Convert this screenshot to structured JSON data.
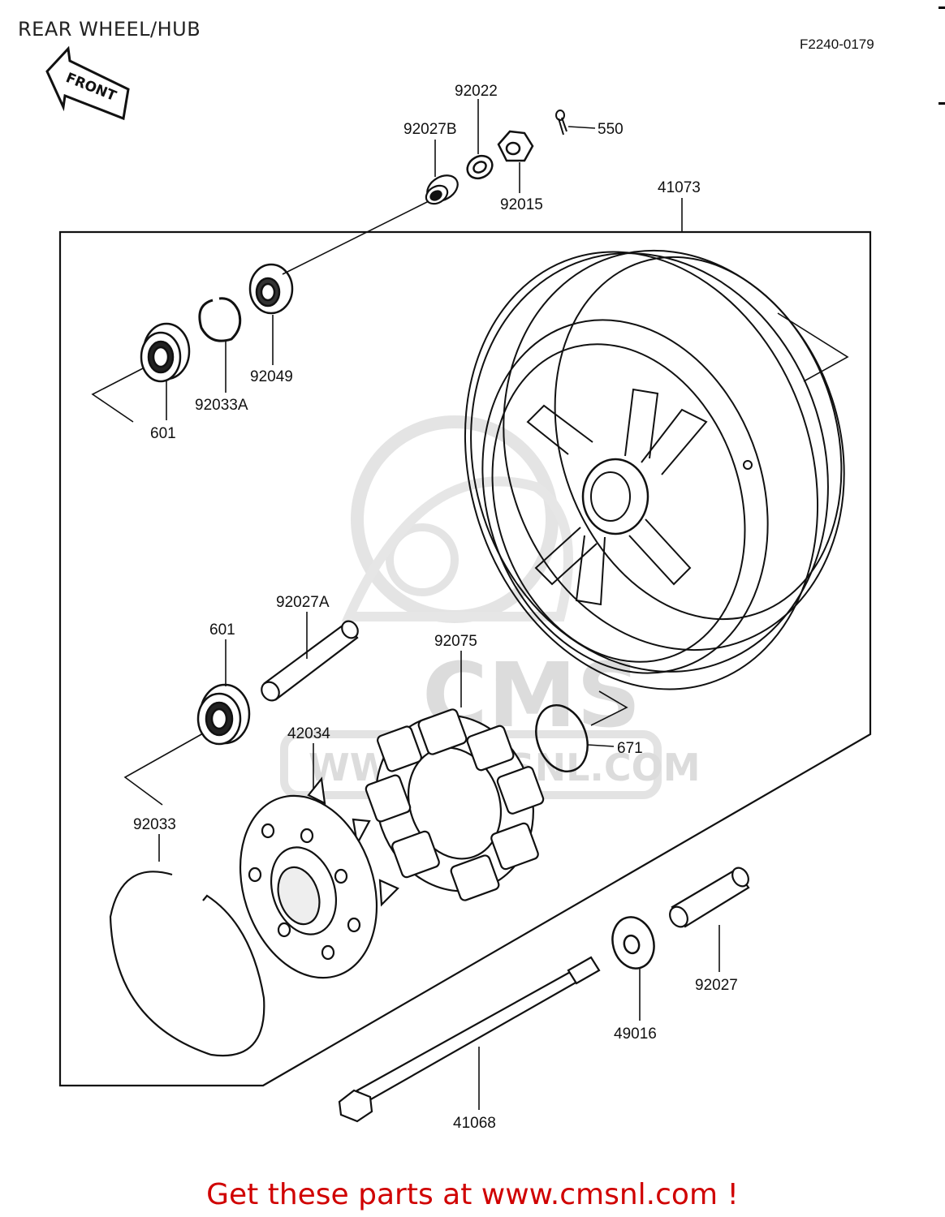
{
  "header": {
    "title": "REAR WHEEL/HUB",
    "figure_code": "F2240-0179"
  },
  "diagram": {
    "front_arrow_label": "FRONT",
    "watermark": {
      "brand": "CMS",
      "url": "WWW.CMSNL.COM"
    },
    "parts": [
      {
        "id": "92022",
        "label": "92022"
      },
      {
        "id": "92027B",
        "label": "92027B"
      },
      {
        "id": "550",
        "label": "550"
      },
      {
        "id": "92015",
        "label": "92015"
      },
      {
        "id": "41073",
        "label": "41073"
      },
      {
        "id": "92049",
        "label": "92049"
      },
      {
        "id": "92033A",
        "label": "92033A"
      },
      {
        "id": "601-top",
        "label": "601"
      },
      {
        "id": "92027A",
        "label": "92027A"
      },
      {
        "id": "601-bottom",
        "label": "601"
      },
      {
        "id": "92075",
        "label": "92075"
      },
      {
        "id": "42034",
        "label": "42034"
      },
      {
        "id": "671",
        "label": "671"
      },
      {
        "id": "92033",
        "label": "92033"
      },
      {
        "id": "92027",
        "label": "92027"
      },
      {
        "id": "49016",
        "label": "49016"
      },
      {
        "id": "41068",
        "label": "41068"
      }
    ]
  },
  "footer": {
    "cta_text": "Get these parts at www.cmsnl.com !"
  },
  "colors": {
    "line": "#111111",
    "watermark": "#d9d9d9",
    "cta": "#d00000"
  }
}
